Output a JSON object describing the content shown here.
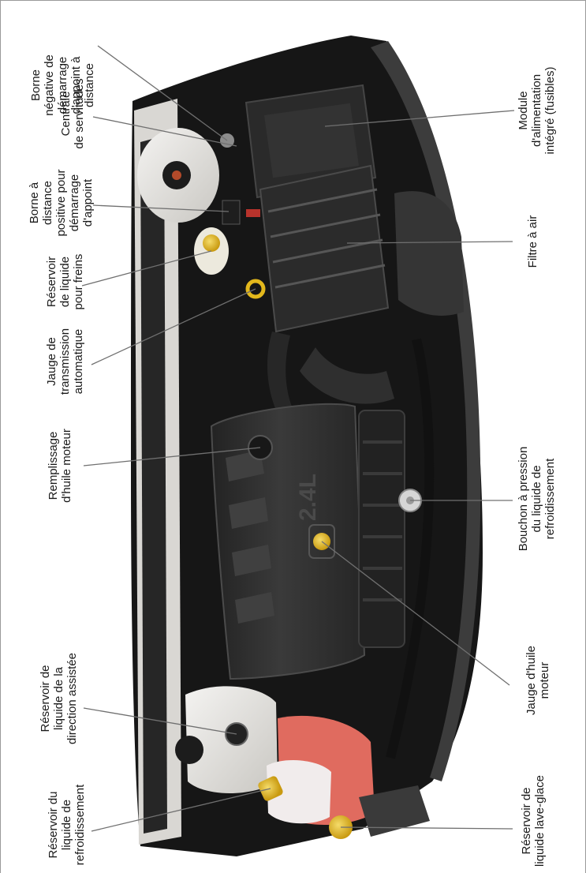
{
  "colors": {
    "engine_bay_dark": "#141414",
    "engine_cover": "#2e2e2e",
    "reservoir_white": "#e8e6e2",
    "coolant_red": "#d8413c",
    "cap_yellow": "#e3b81c",
    "leader_line": "#6f6f6f"
  },
  "photo": {
    "subject": "engine-compartment-photo",
    "cover_badge": "2.4L"
  },
  "labels": {
    "negative_jump_terminal": [
      "Borne",
      "négative de",
      "démarrage",
      "d'appoint à",
      "distance"
    ],
    "service_center": [
      "Centrale",
      "de servitudes"
    ],
    "positive_jump_terminal": [
      "Borne à",
      "distance",
      "positive pour",
      "démarrage",
      "d'appoint"
    ],
    "brake_fluid_reservoir": [
      "Réservoir",
      "de liquide",
      "pour freins"
    ],
    "transmission_dipstick": [
      "Jauge de",
      "transmission",
      "automatique"
    ],
    "engine_oil_fill": [
      "Remplissage",
      "d'huile moteur"
    ],
    "power_steering_reservoir": [
      "Réservoir de",
      "liquide de la",
      "direction assistée"
    ],
    "coolant_reservoir": [
      "Réservoir du",
      "liquide de",
      "refroidissement"
    ],
    "power_module": [
      "Module",
      "d'alimentation",
      "intégré (fusibles)"
    ],
    "air_filter": [
      "Filtre à air"
    ],
    "coolant_pressure_cap": [
      "Bouchon à pression",
      "du liquide de",
      "refroidissement"
    ],
    "engine_oil_dipstick": [
      "Jauge d'huile",
      "moteur"
    ],
    "washer_fluid_reservoir": [
      "Réservoir de",
      "liquide lave-glace"
    ]
  }
}
